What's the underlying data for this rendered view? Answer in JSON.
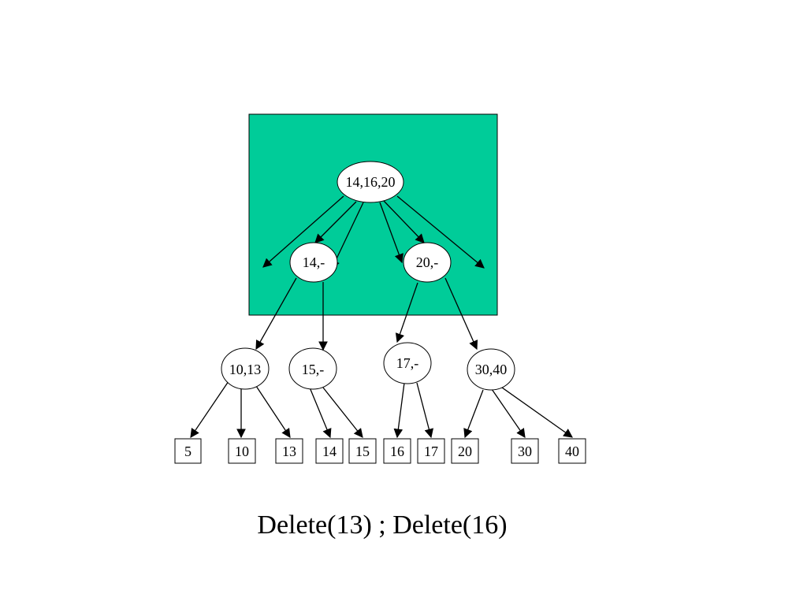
{
  "diagram": {
    "highlight_color": "#00CC99",
    "root": "14,16,20",
    "internal": [
      "14,-",
      "20,-"
    ],
    "level2": [
      "10,13",
      "15,-",
      "17,-",
      "30,40"
    ],
    "leaves": [
      "5",
      "10",
      "13",
      "14",
      "15",
      "16",
      "17",
      "20",
      "30",
      "40"
    ]
  },
  "caption": "Delete(13) ; Delete(16)"
}
